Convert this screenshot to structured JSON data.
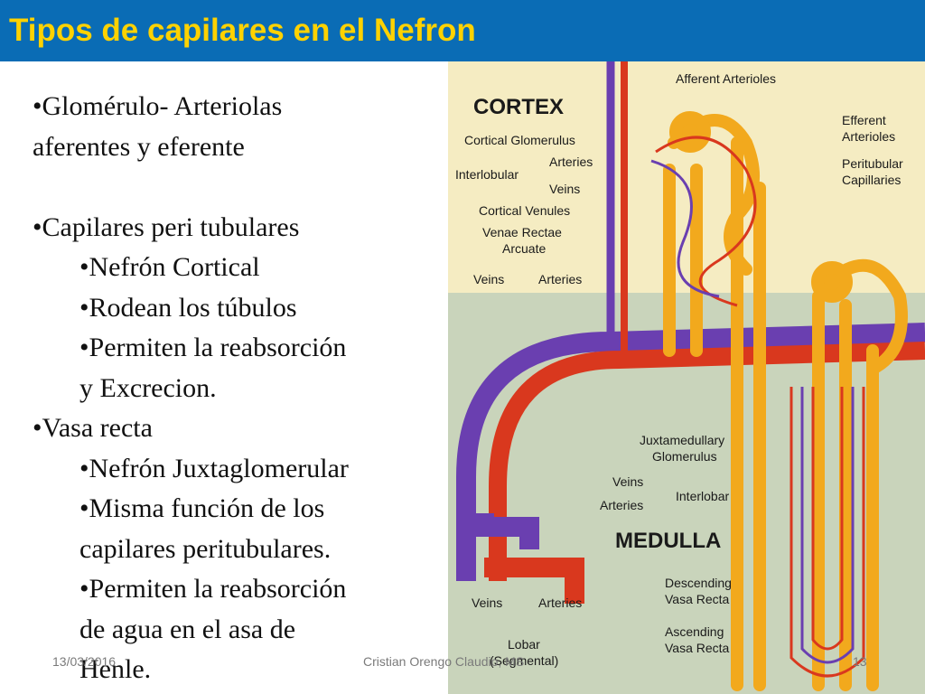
{
  "slide": {
    "title": "Tipos de capilares en el Nefron",
    "bullets": [
      {
        "level": 1,
        "text": "•Glomérulo- Arteriolas"
      },
      {
        "level": 1,
        "text": "aferentes y eferente"
      },
      {
        "level": 0,
        "text": ""
      },
      {
        "level": 1,
        "text": "•Capilares peri tubulares"
      },
      {
        "level": 2,
        "text": "•Nefrón Cortical"
      },
      {
        "level": 2,
        "text": "•Rodean los túbulos"
      },
      {
        "level": 2,
        "text": "•Permiten la reabsorción"
      },
      {
        "level": 2,
        "text": "y Excrecion."
      },
      {
        "level": 1,
        "text": "•Vasa recta"
      },
      {
        "level": 2,
        "text": "•Nefrón Juxtaglomerular"
      },
      {
        "level": 2,
        "text": "•Misma función de los"
      },
      {
        "level": 2,
        "text": "capilares peritubulares."
      },
      {
        "level": 2,
        "text": "•Permiten la reabsorción"
      },
      {
        "level": 2,
        "text": "de agua en el asa de"
      },
      {
        "level": 2,
        "text": "Henle."
      }
    ]
  },
  "footer": {
    "date": "13/03/2016",
    "author": "Cristian Orengo Claudio, MS",
    "page": "13"
  },
  "diagram": {
    "labels": {
      "cortex": "CORTEX",
      "medulla": "MEDULLA",
      "afferent": "Afferent Arterioles",
      "efferent_1": "Efferent",
      "efferent_2": "Arterioles",
      "peritubular_1": "Peritubular",
      "peritubular_2": "Capillaries",
      "cortical_glomerulus": "Cortical Glomerulus",
      "interlobular": "Interlobular",
      "arteries_top": "Arteries",
      "veins_top": "Veins",
      "cortical_venules": "Cortical Venules",
      "venae_rectae": "Venae Rectae",
      "arcuate": "Arcuate",
      "veins_arc": "Veins",
      "arteries_arc": "Arteries",
      "juxta_1": "Juxtamedullary",
      "juxta_2": "Glomerulus",
      "veins_interlobar": "Veins",
      "arteries_interlobar": "Arteries",
      "interlobar": "Interlobar",
      "descending_1": "Descending",
      "descending_2": "Vasa Recta",
      "veins_lobar": "Veins",
      "arteries_lobar": "Arteries",
      "lobar": "Lobar",
      "segmental": "(Segmental)",
      "ascending_1": "Ascending",
      "ascending_2": "Vasa Recta"
    },
    "colors": {
      "cortex_bg": "#f5ecc2",
      "medulla_bg": "#c9d4bb",
      "artery": "#d9381e",
      "vein": "#6a3fb0",
      "tubule": "#f2a91d",
      "title_bar": "#0a6cb5",
      "title_text": "#ffd200"
    }
  }
}
